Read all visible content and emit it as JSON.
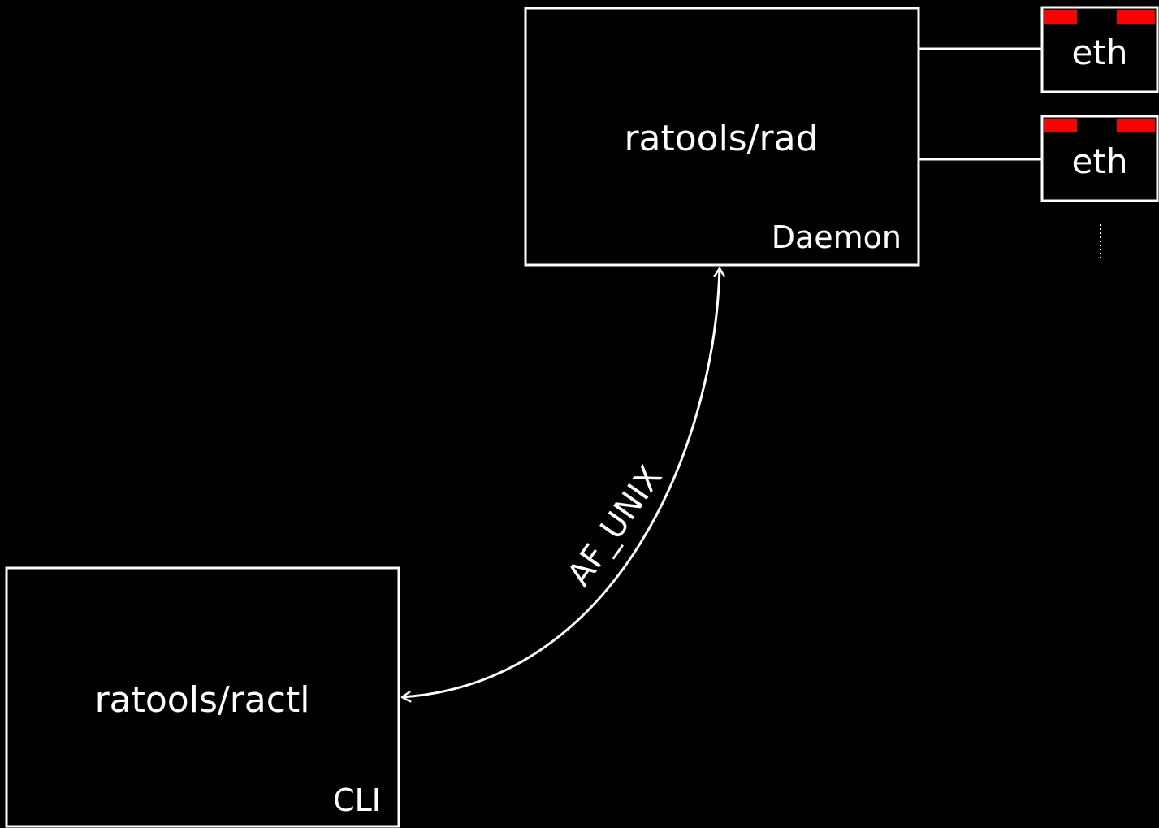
{
  "colors": {
    "background": "#000000",
    "foreground": "#ffffff",
    "port": "#ff0000"
  },
  "daemon": {
    "title": "ratools/rad",
    "role": "Daemon"
  },
  "cli": {
    "title": "ratools/ractl",
    "role": "CLI"
  },
  "connection": {
    "label": "AF_UNIX"
  },
  "interfaces": [
    {
      "label": "eth"
    },
    {
      "label": "eth"
    }
  ],
  "more_interfaces": "⋮"
}
